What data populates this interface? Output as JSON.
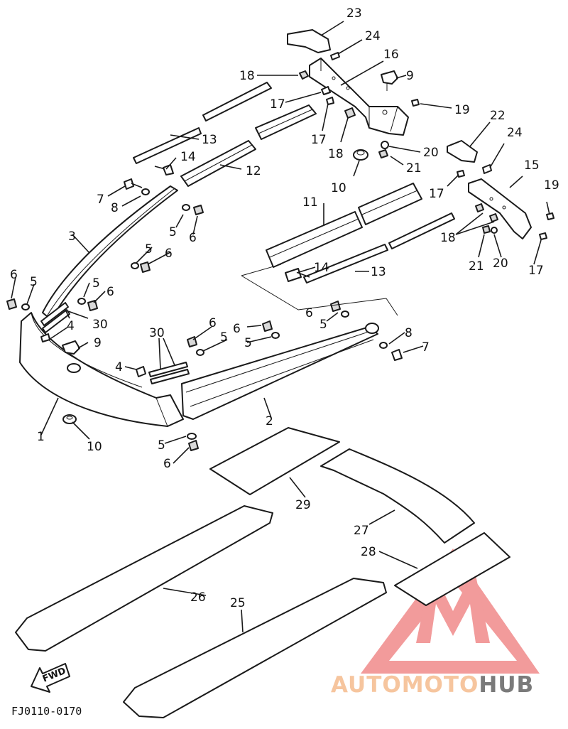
{
  "diagram": {
    "drawing_code": "FJ0110-0170",
    "direction_label": "FWD",
    "watermark": {
      "text_part1": "AUTOMOTO",
      "text_part2": "HUB",
      "color_part1": "#f6c59e",
      "color_part2": "#7a7a7a",
      "logo_color": "#f08a8a"
    },
    "callouts": [
      {
        "id": "c23",
        "text": "23"
      },
      {
        "id": "c24a",
        "text": "24"
      },
      {
        "id": "c16",
        "text": "16"
      },
      {
        "id": "c18a",
        "text": "18"
      },
      {
        "id": "c9a",
        "text": "9"
      },
      {
        "id": "c17a",
        "text": "17"
      },
      {
        "id": "c19a",
        "text": "19"
      },
      {
        "id": "c17b",
        "text": "17"
      },
      {
        "id": "c18b",
        "text": "18"
      },
      {
        "id": "c22",
        "text": "22"
      },
      {
        "id": "c13a",
        "text": "13"
      },
      {
        "id": "c24b",
        "text": "24"
      },
      {
        "id": "c20a",
        "text": "20"
      },
      {
        "id": "c14a",
        "text": "14"
      },
      {
        "id": "c21a",
        "text": "21"
      },
      {
        "id": "c15",
        "text": "15"
      },
      {
        "id": "c12",
        "text": "12"
      },
      {
        "id": "c10a",
        "text": "10"
      },
      {
        "id": "c19b",
        "text": "19"
      },
      {
        "id": "c7a",
        "text": "7"
      },
      {
        "id": "c17c",
        "text": "17"
      },
      {
        "id": "c8a",
        "text": "8"
      },
      {
        "id": "c11",
        "text": "11"
      },
      {
        "id": "c5a",
        "text": "5"
      },
      {
        "id": "c6a",
        "text": "6"
      },
      {
        "id": "c18c",
        "text": "18"
      },
      {
        "id": "c3",
        "text": "3"
      },
      {
        "id": "c5b",
        "text": "5"
      },
      {
        "id": "c6b",
        "text": "6"
      },
      {
        "id": "c21b",
        "text": "21"
      },
      {
        "id": "c20b",
        "text": "20"
      },
      {
        "id": "c14b",
        "text": "14"
      },
      {
        "id": "c17d",
        "text": "17"
      },
      {
        "id": "c13b",
        "text": "13"
      },
      {
        "id": "c6c",
        "text": "6"
      },
      {
        "id": "c5c",
        "text": "5"
      },
      {
        "id": "c5d",
        "text": "5"
      },
      {
        "id": "c6d",
        "text": "6"
      },
      {
        "id": "c30a",
        "text": "30"
      },
      {
        "id": "c6e",
        "text": "6"
      },
      {
        "id": "c5e",
        "text": "5"
      },
      {
        "id": "c4a",
        "text": "4"
      },
      {
        "id": "c6f",
        "text": "6"
      },
      {
        "id": "c6g",
        "text": "6"
      },
      {
        "id": "c8b",
        "text": "8"
      },
      {
        "id": "c30b",
        "text": "30"
      },
      {
        "id": "c5f",
        "text": "5"
      },
      {
        "id": "c5g",
        "text": "5"
      },
      {
        "id": "c9b",
        "text": "9"
      },
      {
        "id": "c7b",
        "text": "7"
      },
      {
        "id": "c4b",
        "text": "4"
      },
      {
        "id": "c2",
        "text": "2"
      },
      {
        "id": "c1",
        "text": "1"
      },
      {
        "id": "c10b",
        "text": "10"
      },
      {
        "id": "c5h",
        "text": "5"
      },
      {
        "id": "c6h",
        "text": "6"
      },
      {
        "id": "c29",
        "text": "29"
      },
      {
        "id": "c27",
        "text": "27"
      },
      {
        "id": "c28",
        "text": "28"
      },
      {
        "id": "c26",
        "text": "26"
      },
      {
        "id": "c25",
        "text": "25"
      }
    ]
  }
}
